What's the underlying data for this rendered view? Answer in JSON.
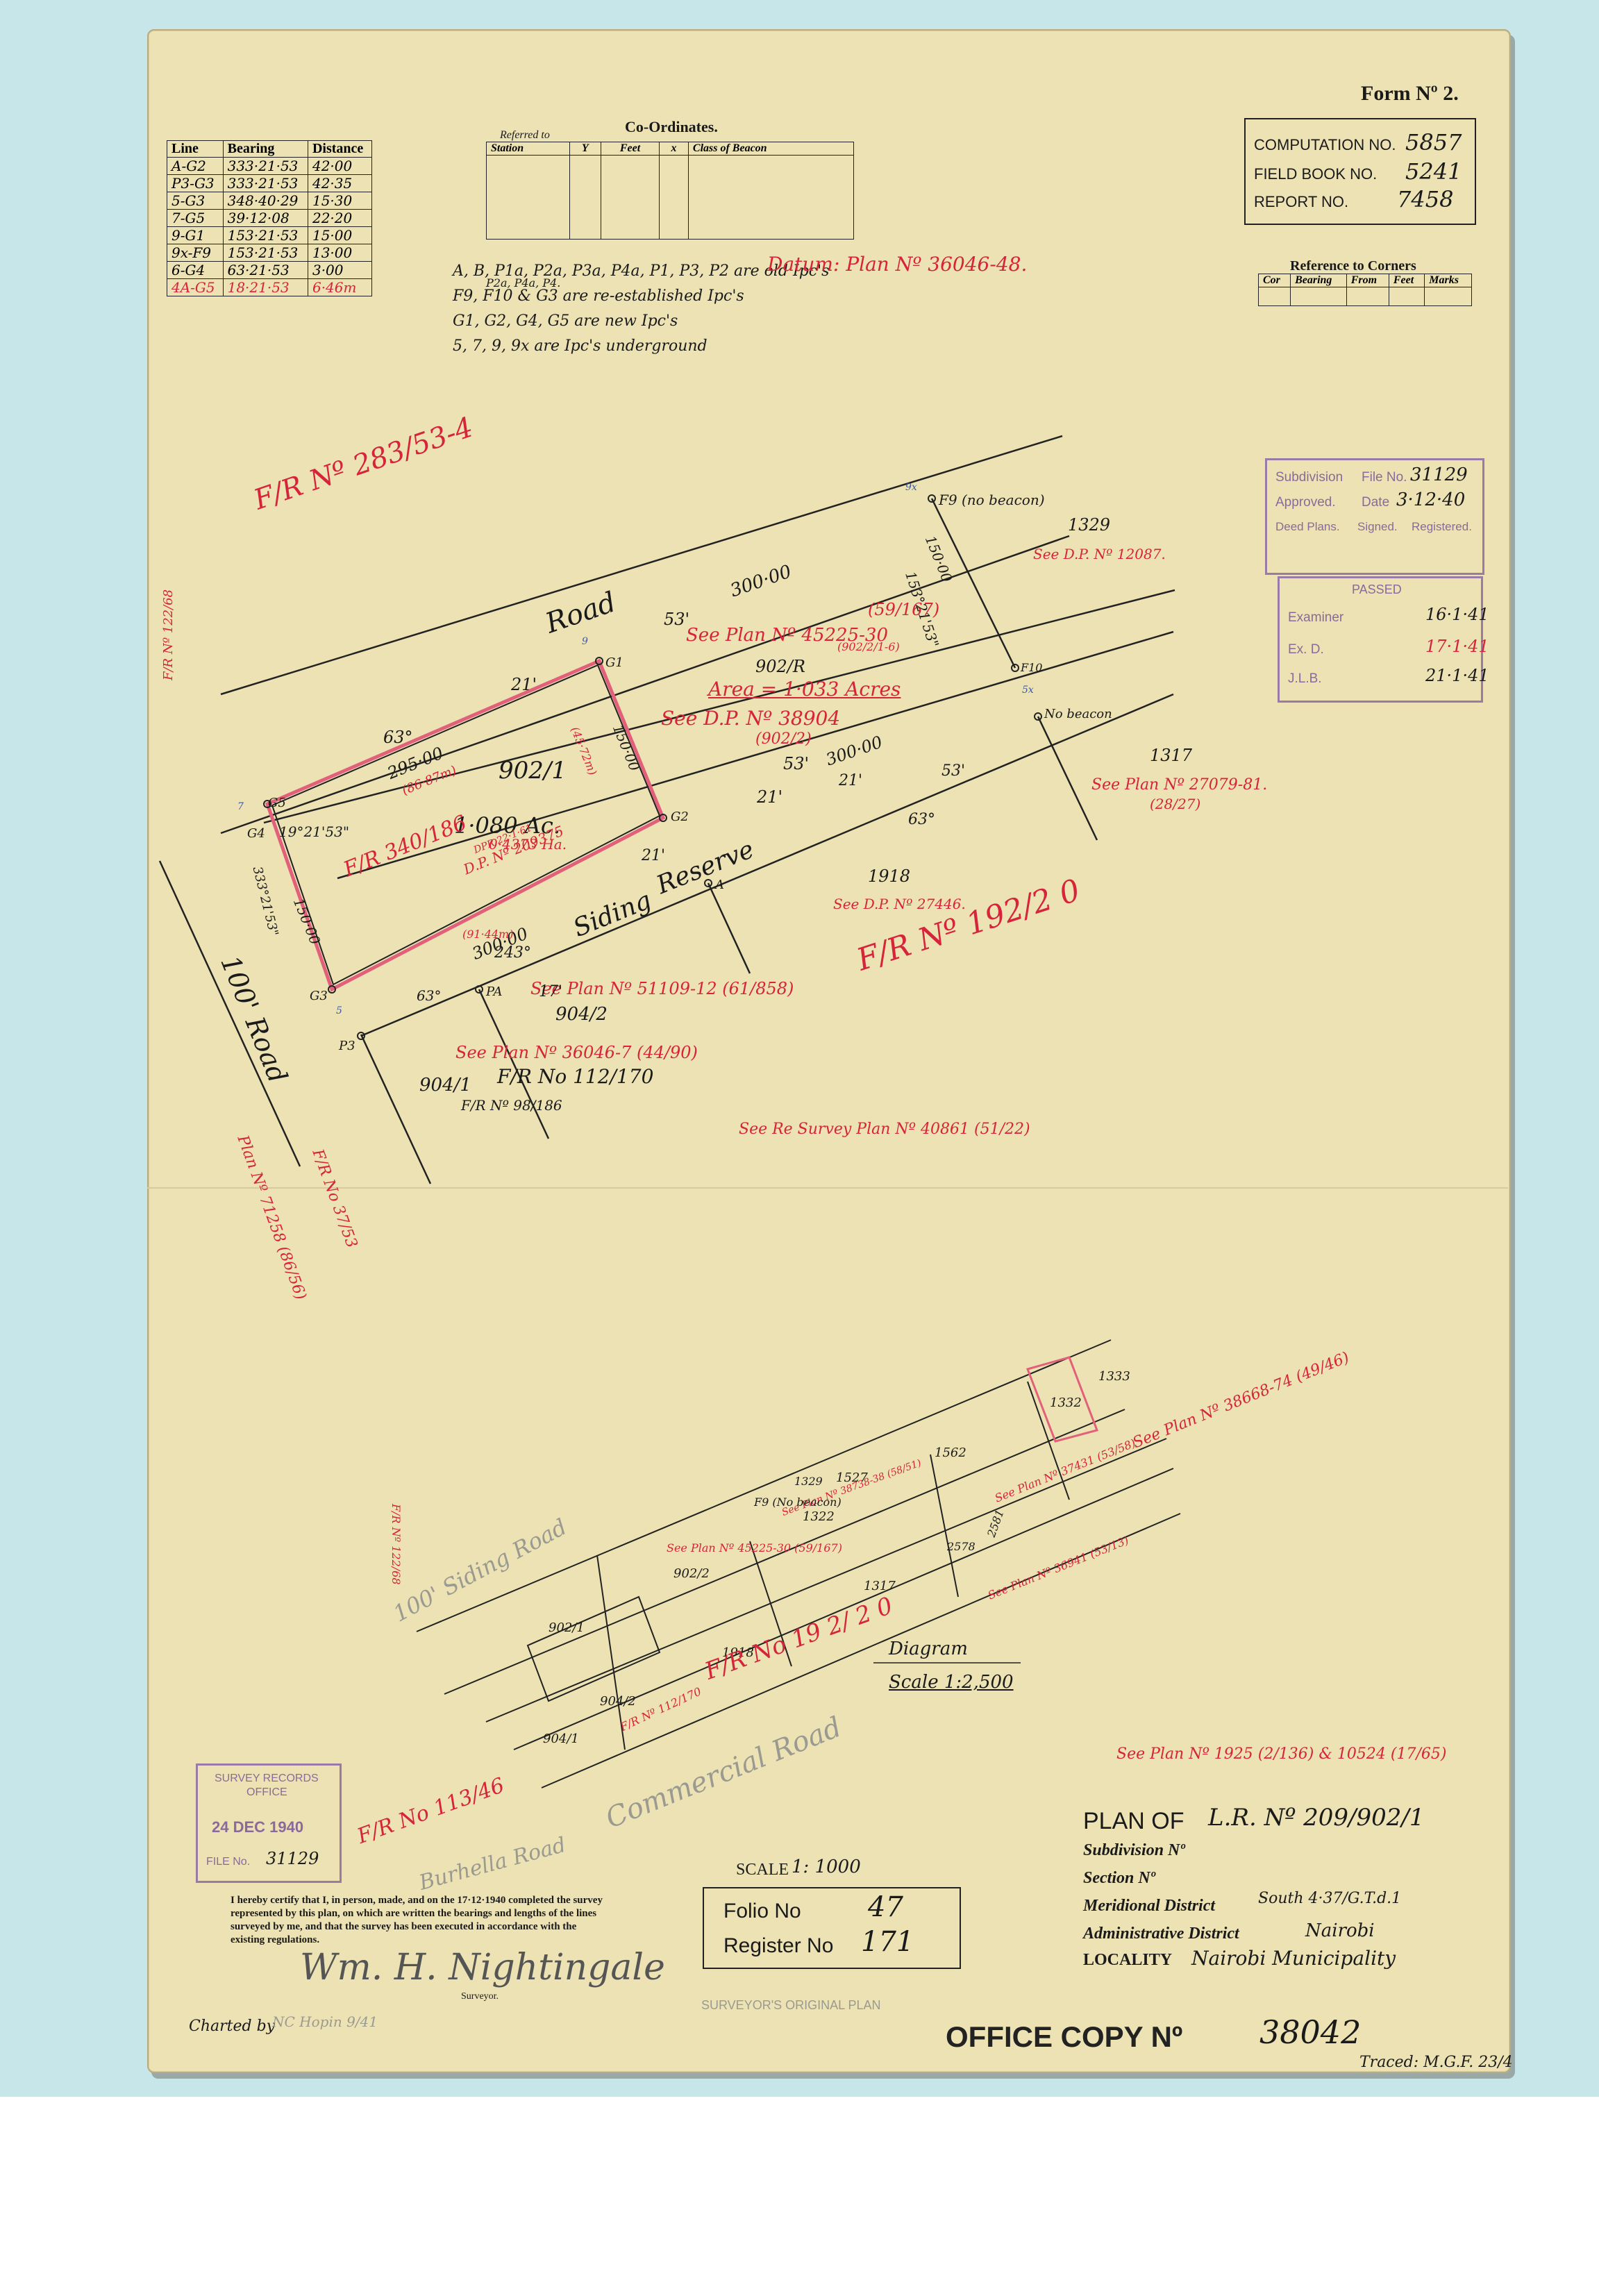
{
  "form_title": "Form Nº 2.",
  "computation": {
    "label": "COMPUTATION NO.",
    "value": "5857"
  },
  "field_book": {
    "label": "FIELD BOOK NO.",
    "value": "5241"
  },
  "report": {
    "label": "REPORT NO.",
    "value": "7458"
  },
  "line_table": {
    "headers": [
      "Line",
      "Bearing",
      "Distance"
    ],
    "rows": [
      [
        "A-G2",
        "333·21·53",
        "42·00"
      ],
      [
        "P3-G3",
        "333·21·53",
        "42·35"
      ],
      [
        "5-G3",
        "348·40·29",
        "15·30"
      ],
      [
        "7-G5",
        "39·12·08",
        "22·20"
      ],
      [
        "9-G1",
        "153·21·53",
        "15·00"
      ],
      [
        "9x-F9",
        "153·21·53",
        "13·00"
      ],
      [
        "6-G4",
        "63·21·53",
        "3·00"
      ]
    ],
    "extra_row": [
      "4A-G5",
      "18·21·53",
      "6·46m"
    ]
  },
  "coordinates": {
    "title": "Co-Ordinates.",
    "referred_to": "Referred to",
    "headers": [
      "Station",
      "Y",
      "Feet",
      "x",
      "Class of Beacon"
    ]
  },
  "beacon_notes": [
    "A, B, P1a, P2a, P3a, P4a, P1, P3, P2 are old Ipc's",
    "P2a, P4a, P4.",
    "F9, F10 & G3 are re-established Ipc's",
    "G1, G2, G4, G5 are new Ipc's",
    "5, 7, 9, 9x are Ipc's underground"
  ],
  "datum": "Datum: Plan Nº 36046-48.",
  "ref_corners": {
    "title": "Reference to Corners",
    "headers": [
      "Cor",
      "Bearing",
      "From",
      "Feet",
      "Marks"
    ]
  },
  "subdivision_stamp": {
    "subdivision": "Subdivision",
    "file_label": "File No.",
    "file_value": "31129",
    "approved": "Approved.",
    "date_label": "Date",
    "date_value": "3·12·40",
    "deed": "Deed Plans.",
    "signed": "Signed.",
    "registered": "Registered."
  },
  "passed_stamp": {
    "title": "PASSED",
    "examiner": "Examiner",
    "examiner_date": "16·1·41",
    "exd": "Ex. D.",
    "exd_date": "17·1·41",
    "jlb": "J.L.B.",
    "jlb_date": "21·1·41"
  },
  "main_plan": {
    "fr_283": "F/R Nº 283/53-4",
    "fr_122": "F/R Nº 122/68",
    "road": "Road",
    "road_100": "100' Road",
    "siding": "Siding",
    "reserve": "Reserve",
    "parcel_902_1": "902/1",
    "parcel_area": "1·080 Ac.",
    "parcel_ha": "0·4373 Ha.",
    "fr_340": "F/R 340/186",
    "dp_209375": "D.P. Nº 209375",
    "dpr": "DPR 22·1·61",
    "plan_45225": "See Plan Nº 45225-30",
    "plan_45225_ref": "(59/167)",
    "plan_45225_sub": "(902/2/1-6)",
    "parcel_902_r": "902/R",
    "area_1033": "Area = 1·033 Acres",
    "dp_38904": "See D.P. Nº 38904",
    "dp_38904_sub": "(902/2)",
    "parcel_1329": "1329",
    "dp_12087": "See D.P. Nº 12087.",
    "parcel_1317": "1317",
    "plan_27079": "See Plan Nº 27079-81.",
    "plan_27079_ref": "(28/27)",
    "parcel_1918": "1918",
    "dp_27446": "See D.P. Nº 27446.",
    "fr_192": "F/R Nº 192/2 0",
    "plan_51109": "See Plan Nº 51109-12 (61/858)",
    "parcel_904_2": "904/2",
    "parcel_904_1": "904/1",
    "plan_36046": "See Plan Nº 36046-7 (44/90)",
    "fr_112": "F/R No 112/170",
    "fr_98": "F/R Nº 98/186",
    "resurvey": "See Re Survey Plan Nº 40861 (51/22)",
    "fr_37": "F/R No 37/53",
    "plan_71258": "Plan Nº 71258 (86/56)",
    "no_beacon_f9": "F9 (no beacon)",
    "no_beacon": "No beacon",
    "d300a": "300·00",
    "d300b": "300·00",
    "d300c": "300·00",
    "d295": "295·00",
    "d295m": "(86·87m)",
    "d150a": "150·00",
    "d150b": "150·00",
    "d150c": "150·00",
    "b53": "53'",
    "b21": "21'",
    "b63": "63°",
    "b243": "243°",
    "b17": "17'",
    "brg_153": "153°21'53\"",
    "brg_19": "19°21'53\"",
    "brg_333": "333°21'53\"",
    "m9144": "(91·44m)",
    "m4572": "(45·72m)",
    "g1": "G1",
    "g2": "G2",
    "g3": "G3",
    "g4": "G4",
    "g5": "G5",
    "f10": "F10",
    "pa": "PA",
    "p3": "P3",
    "a": "A",
    "nine": "9",
    "nine_x": "9x",
    "five_x": "5x",
    "seven": "7",
    "five": "5"
  },
  "diagram": {
    "title": "Diagram",
    "scale": "Scale 1:2,500",
    "p1333": "1333",
    "p1332": "1332",
    "p1562": "1562",
    "p1527": "1527",
    "p1329": "1329",
    "p1322": "1322",
    "p2578": "2578",
    "p2581": "2581",
    "p1317": "1317",
    "p1918": "1918",
    "p902_1": "902/1",
    "p902_2": "902/2",
    "p904_2": "904/2",
    "p904_1": "904/1",
    "fr_192": "F/R No 19 2/ 2 0",
    "fr_122": "F/R Nº 122/68",
    "fr_112": "F/R Nº 112/170",
    "plan_45225": "See Plan Nº 45225-30 (59/167)",
    "plan_38738": "See Plan Nº 38738-38 (58/51)",
    "plan_37431": "See Plan Nº 37431 (53/58)",
    "plan_36941": "See Plan Nº 36941 (53/13)",
    "plan_38668": "See Plan Nº 38668-74 (49/46)",
    "f9": "F9 (No beacon)",
    "road_a": "100' Siding Road",
    "road_b": "Commercial Road",
    "road_c": "Burhella Road",
    "plan_1925": "See Plan Nº 1925 (2/136) & 10524 (17/65)"
  },
  "survey_records": {
    "line1": "SURVEY RECORDS",
    "line2": "OFFICE",
    "date": "24 DEC 1940",
    "file_label": "FILE No.",
    "file_value": "31129"
  },
  "fr_113": "F/R No 113/46",
  "certification": "I hereby certify that I, in person, made, and on the 17·12·1940 completed the survey represented by this plan, on which are written the bearings and lengths of the lines surveyed by me, and that the survey has been executed in accordance with the existing regulations.",
  "signature": "Wm. H. Nightingale",
  "surveyor": "Surveyor.",
  "charted": "Charted by",
  "charted_value": "NC Hopin 9/41",
  "scale": {
    "label": "SCALE",
    "value": "1: 1000"
  },
  "folio": {
    "label": "Folio No",
    "value": "47"
  },
  "register": {
    "label": "Register No",
    "value": "171"
  },
  "plan_of": {
    "label": "PLAN OF",
    "value": "L.R. Nº 209/902/1"
  },
  "subdivision_no": "Subdivision Nº",
  "section_no": "Section Nº",
  "meridional": {
    "label": "Meridional District",
    "value": "South 4·37/G.T.d.1"
  },
  "administrative": {
    "label": "Administrative District",
    "value": "Nairobi"
  },
  "locality": {
    "label": "LOCALITY",
    "value": "Nairobi Municipality"
  },
  "surveyors_original": "SURVEYOR'S ORIGINAL PLAN",
  "office_copy": {
    "label": "OFFICE COPY Nº",
    "value": "38042"
  },
  "traced": "Traced: M.G.F. 23/4"
}
